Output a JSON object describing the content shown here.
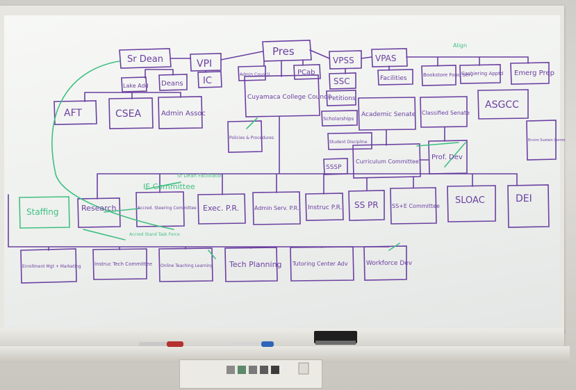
{
  "board": {
    "nodes": {
      "pres": "Pres",
      "sr_dean": "Sr Dean",
      "vpi": "VPI",
      "ic": "IC",
      "lake_add": "Lake Add",
      "deans": "Deans",
      "vpss": "VPSS",
      "ssc": "SSC",
      "vpas": "VPAS",
      "facilities": "Facilities",
      "bookstore": "Bookstore Food Serv",
      "cashiering": "Cashiering Apptd",
      "emerg_prep": "Emerg Prep",
      "admin_council": "Admin Council",
      "pcab": "PCab",
      "college_council": "Cuyamaca College Council",
      "petitions": "Petitions",
      "scholarships": "Scholarships",
      "aft": "AFT",
      "csea": "CSEA",
      "admin_assoc": "Admin Assoc",
      "policies": "Policies & Procedures",
      "academic_senate": "Academic Senate",
      "classified_senate": "Classified Senate",
      "asgcc": "ASGCC",
      "enviro": "Enviro Sustain Comm",
      "student_disc": "Student Discipline",
      "sssp": "SSSP",
      "curriculum": "Curriculum Committee",
      "prof_dev": "Prof. Dev",
      "staffing": "Staffing",
      "research": "Research",
      "ie_committee": "IE Committee",
      "accred_steering": "Accred. Steering Committee",
      "accred_task": "Accred Stand Task Force",
      "sr_dean_note": "Sr Dean Facilitator",
      "exec_pr": "Exec. P.R.",
      "admin_serv_pr": "Admin Serv. P.R.",
      "instruc_pr": "Instruc P.R.",
      "ss_pr": "SS PR",
      "sse_committee": "SS+E Committee",
      "sloac": "SLOAC",
      "dei": "DEI",
      "enrollment": "Enrollment Mgt + Marketing",
      "instruc_tech": "Instruc Tech Committee",
      "online_teaching": "Online Teaching Learning",
      "tech_planning": "Tech Planning",
      "tutoring": "Tutoring Center Adv",
      "workforce": "Workforce Dev",
      "align": "Align"
    },
    "colors": {
      "marker_purple": "#6a3fa0",
      "marker_green": "#3fbf80",
      "board_white": "#f3f5f3",
      "frame": "#e4e3de"
    }
  }
}
